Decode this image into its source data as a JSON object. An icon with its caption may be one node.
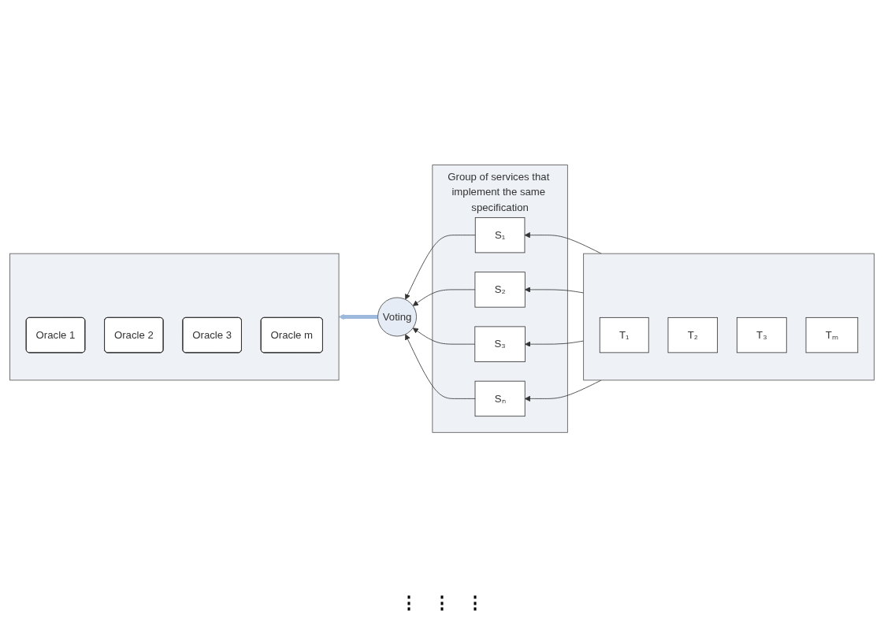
{
  "diagram": {
    "nodes": [
      {
        "text": [],
        "shape": "box"
      },
      {
        "text": [
          "Oracle 1"
        ],
        "in": 0
      },
      {
        "text": [
          "Oracle 2"
        ],
        "in": 0
      },
      {
        "text": [
          "Oracle 3"
        ],
        "in": 0
      },
      {
        "text": [
          "Oracle m"
        ],
        "in": 0
      },
      {
        "text": [
          "Voting"
        ]
      },
      {
        "text": [
          "Group of services that implement the same specification"
        ]
      },
      {
        "text": [
          "S₁"
        ],
        "in": 6
      },
      {
        "text": [
          "S₂"
        ],
        "in": 6
      },
      {
        "text": [
          "S₃"
        ],
        "in": 6
      },
      {
        "text": [
          "Sₙ"
        ],
        "in": 6
      },
      {
        "text": [],
        "shape": "box"
      },
      {
        "text": [
          "T₁"
        ],
        "in": 11
      },
      {
        "text": [
          "T₂"
        ],
        "in": 11
      },
      {
        "text": [
          "T₃"
        ],
        "in": 11
      },
      {
        "text": [
          "Tₘ"
        ],
        "in": 11
      }
    ],
    "edges": [
      {
        "from": 11,
        "to": 7,
        "arrow": "to"
      },
      {
        "from": 11,
        "to": 8,
        "arrow": "to"
      },
      {
        "from": 11,
        "to": 9,
        "arrow": "to"
      },
      {
        "from": 11,
        "to": 10,
        "arrow": "to"
      },
      {
        "from": 7,
        "to": 5,
        "arrow": "to"
      },
      {
        "from": 8,
        "to": 5,
        "arrow": "to"
      },
      {
        "from": 9,
        "to": 5,
        "arrow": "to"
      },
      {
        "from": 10,
        "to": 5,
        "arrow": "to"
      },
      {
        "from": 5,
        "to": 0,
        "arrow": "to",
        "style": "thick",
        "color": "#9db9dd"
      }
    ],
    "labels": [
      "⋮",
      "⋮",
      "⋮"
    ]
  }
}
